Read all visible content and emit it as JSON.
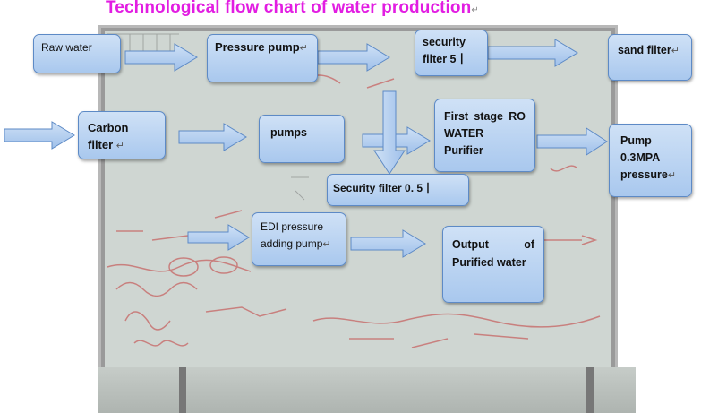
{
  "title": "Technological flow chart of water production",
  "paragraph_mark": "↵",
  "nodes": {
    "raw_water": "Raw water",
    "pressure_pump": "Pressure pump",
    "security_filter_5": "security filter 5丨",
    "sand_filter": "sand filter",
    "carbon_filter": "Carbon filter",
    "pumps": "pumps",
    "first_stage_ro": "First stage RO WATER Purifier",
    "pump_pressure": "Pump 0.3MPA pressure",
    "security_filter_05": "Security filter 0. 5丨",
    "edi_pump": "EDI pressure adding pump",
    "output": "Output of Purified water"
  },
  "colors": {
    "title": "#e21de2",
    "box_fill_top": "#cfe1f6",
    "box_fill_bottom": "#a9c8ee",
    "box_border": "#5d8ac6"
  }
}
